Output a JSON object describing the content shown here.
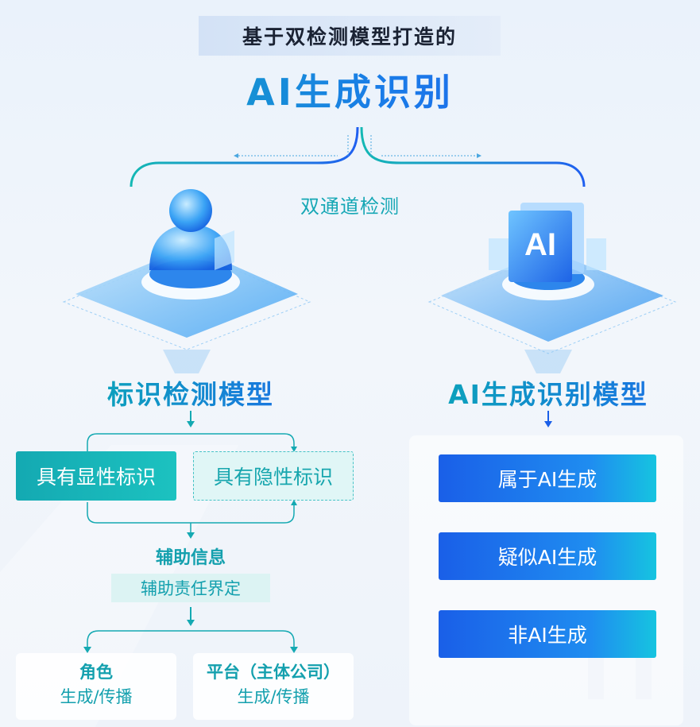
{
  "header": {
    "subtitle": "基于双检测模型打造的",
    "title": "AI生成识别"
  },
  "channel_label": "双通道检测",
  "left_model": {
    "title": "标识检测模型",
    "marks": [
      "具有显性标识",
      "具有隐性标识"
    ],
    "aux_title": "辅助信息",
    "aux_subtitle": "辅助责任界定",
    "cards": [
      {
        "title": "角色",
        "subtitle": "生成/传播"
      },
      {
        "title": "平台（主体公司）",
        "subtitle": "生成/传播"
      }
    ]
  },
  "right_model": {
    "title": "AI生成识别模型",
    "icon_text": "AI",
    "results": [
      "属于AI生成",
      "疑似AI生成",
      "非AI生成"
    ]
  },
  "colors": {
    "teal": "#14a9b2",
    "blue": "#1a6fe8",
    "light_teal_bg": "#dcf3f3"
  }
}
